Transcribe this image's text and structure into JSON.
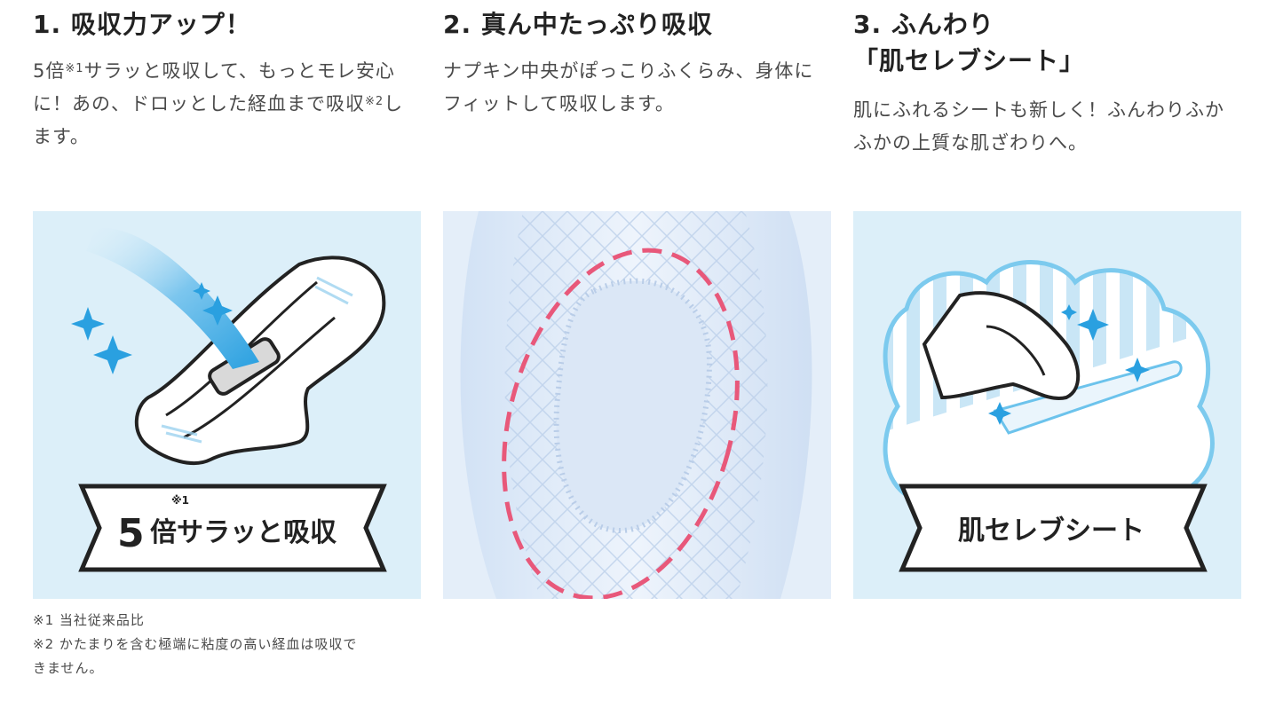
{
  "features": [
    {
      "title": "1. 吸収力アップ！",
      "desc_part1": "5倍",
      "desc_sup1": "※1",
      "desc_part2": "サラッと吸収して、もっとモレ安心に！あの、ドロッとした経血まで吸収",
      "desc_sup2": "※2",
      "desc_part3": "します。",
      "banner_num": "5",
      "banner_sup": "※1",
      "banner_text": "倍サラッと吸収",
      "icon": "pad-absorb-illustration"
    },
    {
      "title": "2. 真ん中たっぷり吸収",
      "desc": "ナプキン中央がぽっこりふくらみ、身体にフィットして吸収します。",
      "icon": "pad-center-closeup-photo"
    },
    {
      "title_line1": "3. ふんわり",
      "title_line2": "「肌セレブシート」",
      "desc": "肌にふれるシートも新しく！ふんわりふかふかの上質な肌ざわりへ。",
      "banner_text": "肌セレブシート",
      "icon": "finger-touch-sheet-illustration"
    }
  ],
  "notes": [
    "※1 当社従来品比",
    "※2 かたまりを含む極端に粘度の高い経血は吸収で",
    "きません。"
  ],
  "colors": {
    "panel_bg": "#dceff9",
    "accent_blue": "#3aa9e0",
    "dashed_pink": "#e8587a",
    "text": "#333333"
  }
}
